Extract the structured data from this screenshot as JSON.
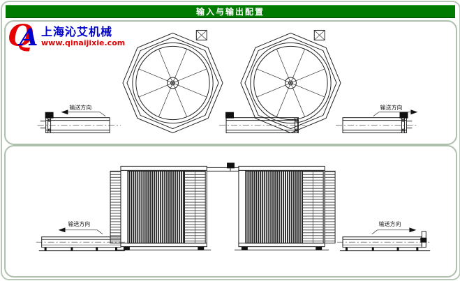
{
  "header": {
    "title": "输入与输出配置"
  },
  "logo": {
    "monogram_q": "Q",
    "monogram_a": "A",
    "brand": "上海沁艾机械",
    "url": "www.qinaijixie.com"
  },
  "labels": {
    "direction": "输送方向"
  },
  "colors": {
    "header_green": "#007b00",
    "brand_blue": "#0000cc",
    "brand_red": "#e60000",
    "panel_border": "#adbfad",
    "line": "#222222"
  }
}
